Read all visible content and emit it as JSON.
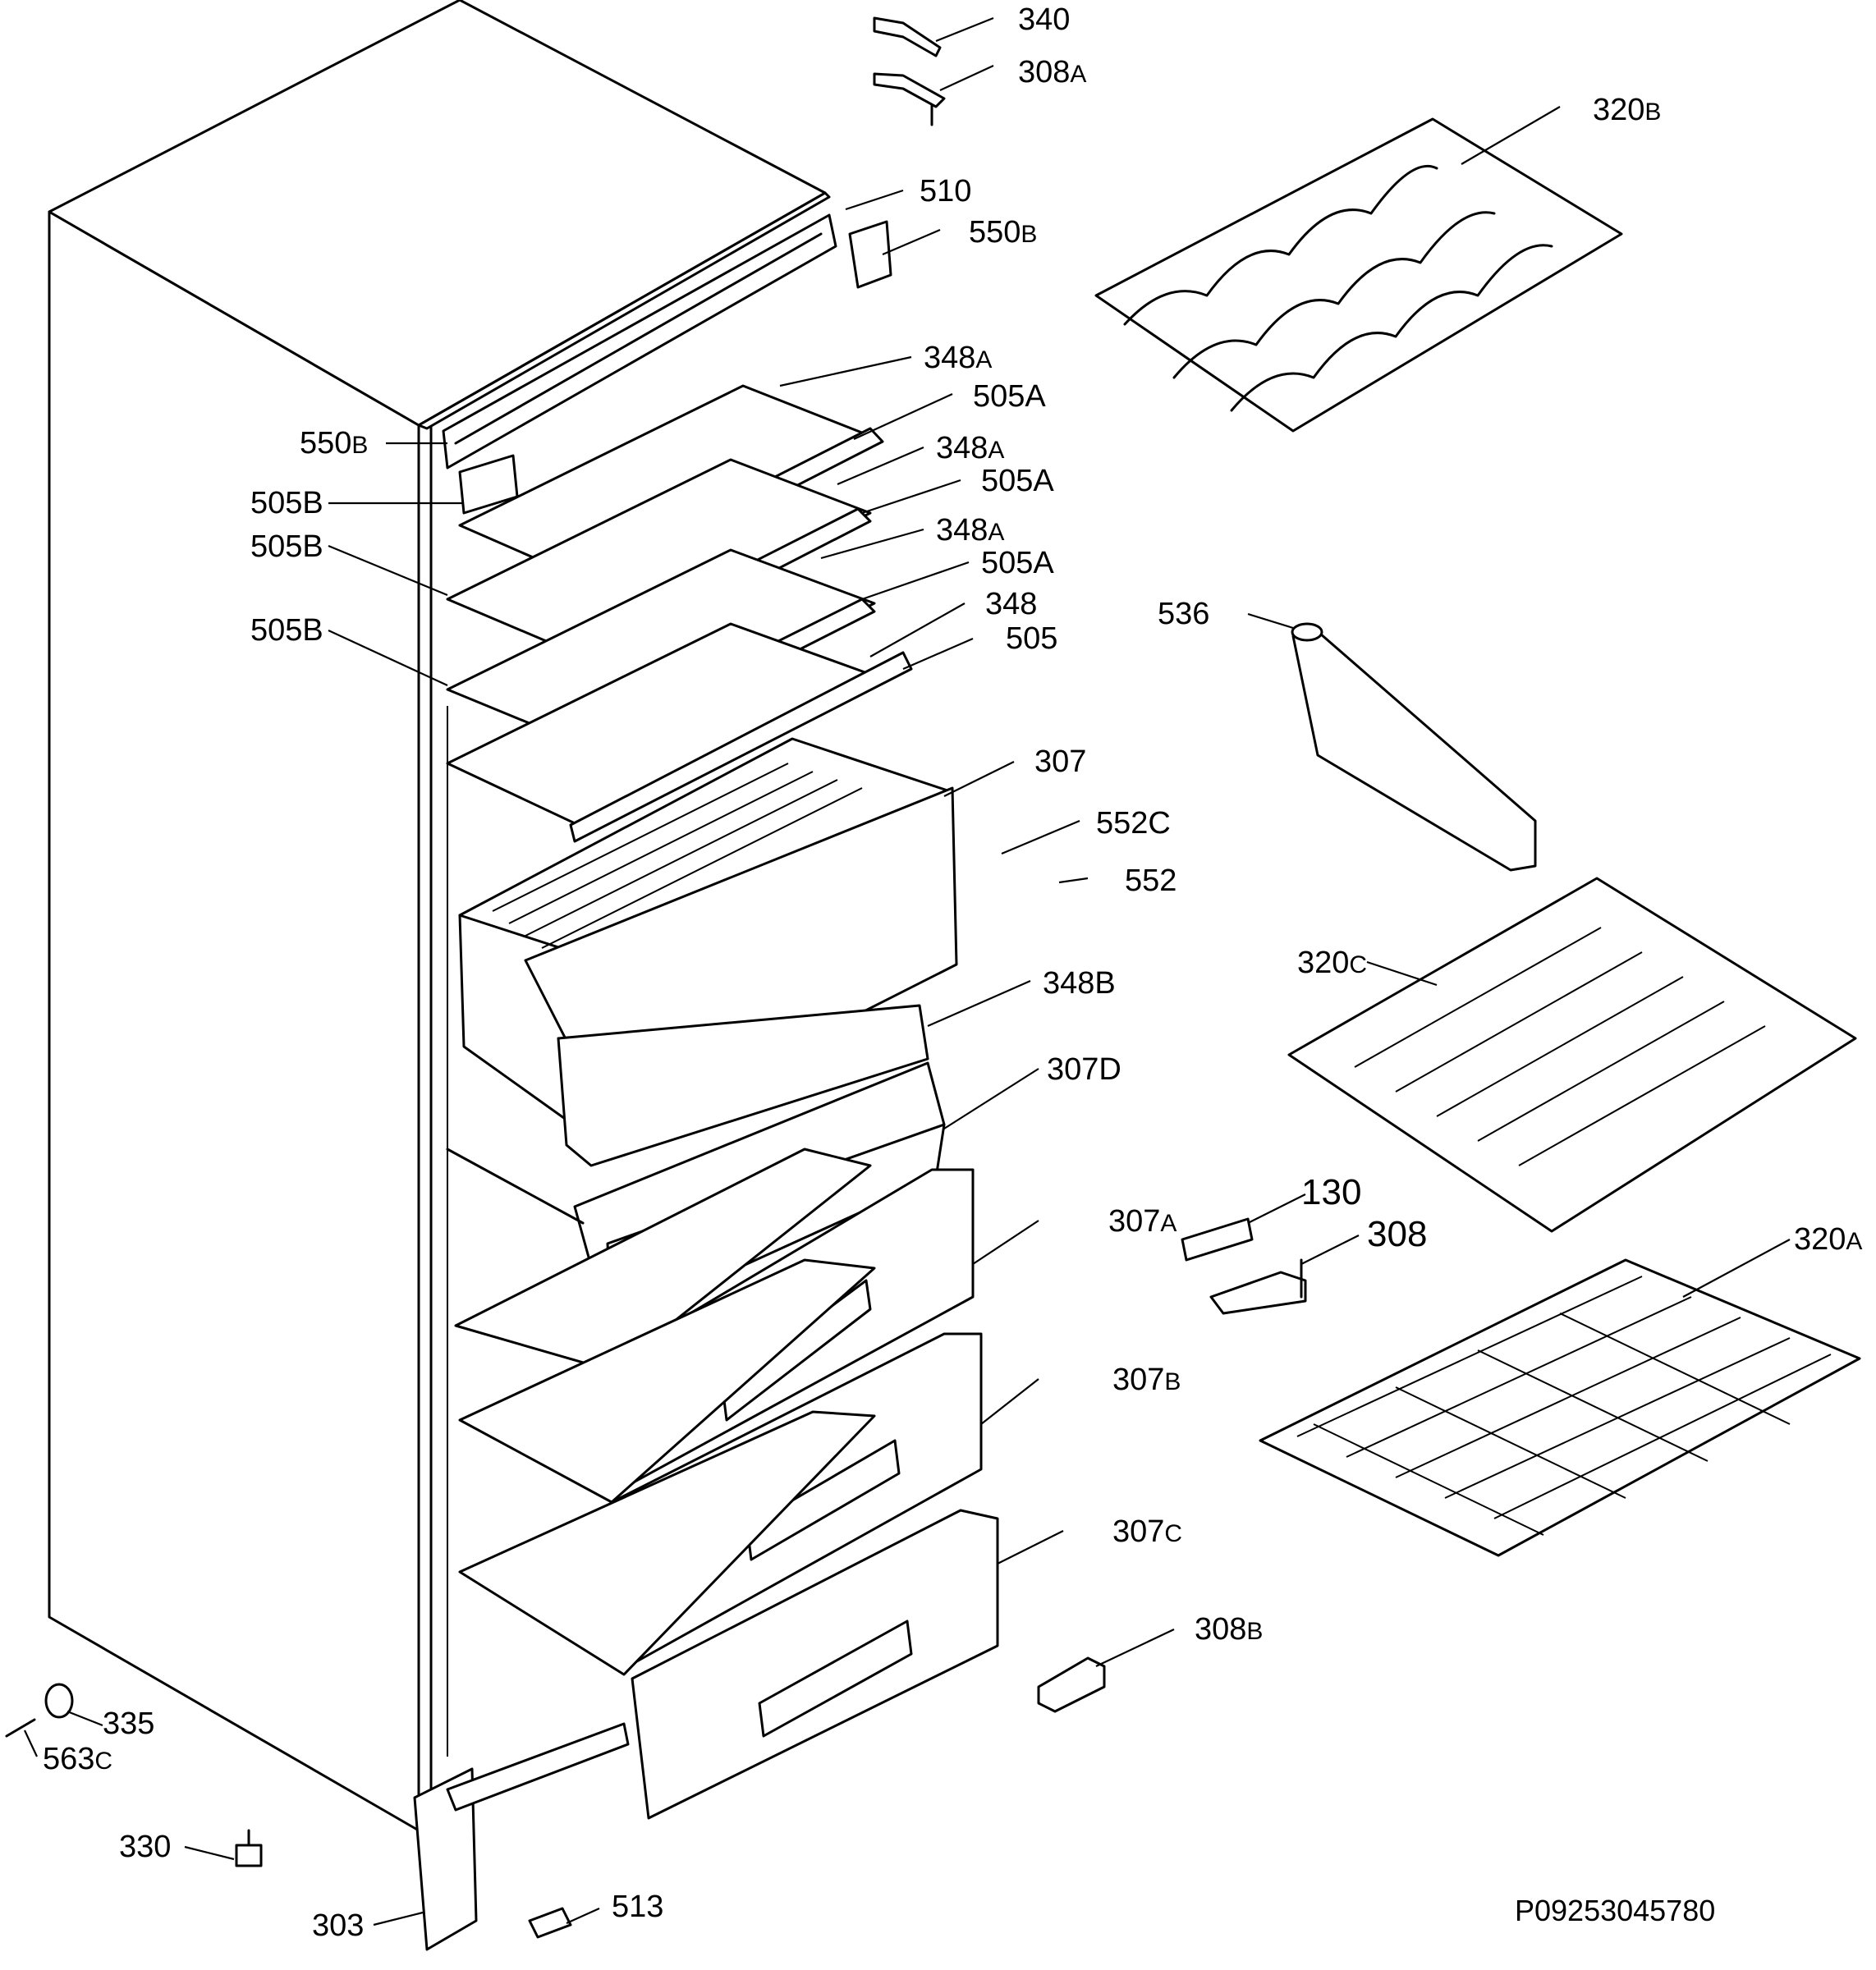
{
  "labels": {
    "l340": "340",
    "l308A": "308",
    "l308A_s": "A",
    "l320B": "320",
    "l320B_s": "B",
    "l510": "510",
    "l550B_top": "550",
    "l550B_top_s": "B",
    "l348A_1": "348",
    "l348A_1_s": "A",
    "l505A_1": "505A",
    "l550B_left": "550",
    "l550B_left_s": "B",
    "l348A_2": "348",
    "l348A_2_s": "A",
    "l505B_1": "505B",
    "l505A_2": "505A",
    "l505B_2": "505B",
    "l348A_3": "348",
    "l348A_3_s": "A",
    "l505A_3": "505A",
    "l348": "348",
    "l505B_3": "505B",
    "l505": "505",
    "l536": "536",
    "l307": "307",
    "l552C": "552C",
    "l552": "552",
    "l320C": "320",
    "l320C_s": "C",
    "l348B": "348B",
    "l307D": "307D",
    "l130": "130",
    "l307A": "307",
    "l307A_s": "A",
    "l308": "308",
    "l320A": "320",
    "l320A_s": "A",
    "l307B": "307",
    "l307B_s": "B",
    "l307C": "307",
    "l307C_s": "C",
    "l308B": "308",
    "l308B_s": "B",
    "l335": "335",
    "l563C": "563",
    "l563C_s": "C",
    "l330": "330",
    "l513": "513",
    "l303": "303"
  },
  "drawing_code": "P09253045780"
}
